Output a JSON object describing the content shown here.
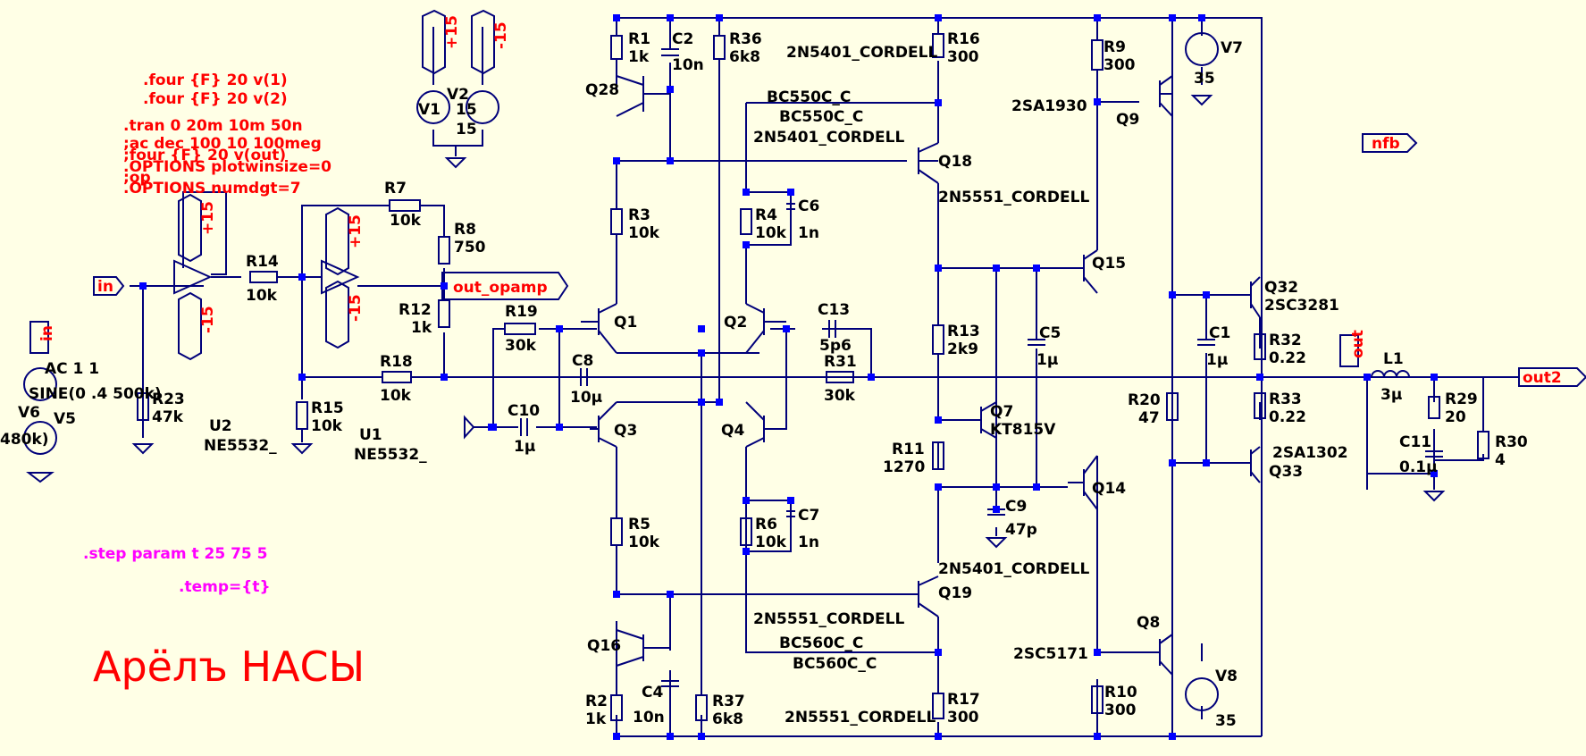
{
  "colors": {
    "background": "#FFFFE6",
    "wire": "#00007A",
    "junction": "#0000FF",
    "directive": "#FF0000",
    "step": "#FF00FF"
  },
  "directives": [
    ".four {F} 20 v(1)",
    ".four {F} 20 v(2)",
    ".tran 0 20m 10m 50n",
    ";ac dec 100 10 100meg",
    ";four {F} 20 v(out)",
    ".OPTIONS plotwinsize=0",
    ";op",
    ".OPTIONS numdgt=7"
  ],
  "step_directives": [
    ".step param t 25 75 5",
    ".temp={t}"
  ],
  "title_text": "Арёлъ НАСЫ",
  "net_labels": {
    "in_top": "in",
    "in_left": "in",
    "out_opamp": "out_opamp",
    "out": "out",
    "out2": "out2",
    "nfb": "nfb",
    "p15_a": "+15",
    "m15_a": "-15",
    "p15_b": "+15",
    "m15_b": "-15",
    "p15_c": "+15",
    "m15_c": "-15"
  },
  "sources": {
    "V1": {
      "name": "V1",
      "value": "15"
    },
    "V2": {
      "name": "V2",
      "value": "15"
    },
    "V5": {
      "name": "V5",
      "value": "SINE(0 .4 500k)",
      "ac": "AC 1 1"
    },
    "V6": {
      "name": "V6",
      "value": "480k)"
    },
    "V7": {
      "name": "V7",
      "value": "35"
    },
    "V8": {
      "name": "V8",
      "value": "35"
    }
  },
  "opamps": {
    "U1": {
      "name": "U1",
      "model": "NE5532_"
    },
    "U2": {
      "name": "U2",
      "model": "NE5532_"
    }
  },
  "resistors": {
    "R1": {
      "name": "R1",
      "value": "1k"
    },
    "R2": {
      "name": "R2",
      "value": "1k"
    },
    "R3": {
      "name": "R3",
      "value": "10k"
    },
    "R4": {
      "name": "R4",
      "value": "10k"
    },
    "R5": {
      "name": "R5",
      "value": "10k"
    },
    "R6": {
      "name": "R6",
      "value": "10k"
    },
    "R7": {
      "name": "R7",
      "value": "10k"
    },
    "R8": {
      "name": "R8",
      "value": "750"
    },
    "R9": {
      "name": "R9",
      "value": "300"
    },
    "R10": {
      "name": "R10",
      "value": "300"
    },
    "R11": {
      "name": "R11",
      "value": "1270"
    },
    "R12": {
      "name": "R12",
      "value": "1k"
    },
    "R13": {
      "name": "R13",
      "value": "2k9"
    },
    "R14": {
      "name": "R14",
      "value": "10k"
    },
    "R15": {
      "name": "R15",
      "value": "10k"
    },
    "R16": {
      "name": "R16",
      "value": "300"
    },
    "R17": {
      "name": "R17",
      "value": "300"
    },
    "R18": {
      "name": "R18",
      "value": "10k"
    },
    "R19": {
      "name": "R19",
      "value": "30k"
    },
    "R20": {
      "name": "R20",
      "value": "47"
    },
    "R23": {
      "name": "R23",
      "value": "47k"
    },
    "R29": {
      "name": "R29",
      "value": "20"
    },
    "R30": {
      "name": "R30",
      "value": "4"
    },
    "R31": {
      "name": "R31",
      "value": "30k"
    },
    "R32": {
      "name": "R32",
      "value": "0.22"
    },
    "R33": {
      "name": "R33",
      "value": "0.22"
    },
    "R36": {
      "name": "R36",
      "value": "6k8"
    },
    "R37": {
      "name": "R37",
      "value": "6k8"
    }
  },
  "capacitors": {
    "C1": {
      "name": "C1",
      "value": "1µ"
    },
    "C2": {
      "name": "C2",
      "value": "10n"
    },
    "C4": {
      "name": "C4",
      "value": "10n"
    },
    "C5": {
      "name": "C5",
      "value": "1µ"
    },
    "C6": {
      "name": "C6",
      "value": "1n"
    },
    "C7": {
      "name": "C7",
      "value": "1n"
    },
    "C8": {
      "name": "C8",
      "value": "10µ"
    },
    "C9": {
      "name": "C9",
      "value": "47p"
    },
    "C10": {
      "name": "C10",
      "value": "1µ"
    },
    "C11": {
      "name": "C11",
      "value": "0.1µ"
    },
    "C13": {
      "name": "C13",
      "value": "5p6"
    }
  },
  "inductors": {
    "L1": {
      "name": "L1",
      "value": "3µ"
    }
  },
  "transistors": {
    "Q1": "Q1",
    "Q2": "Q2",
    "Q3": "Q3",
    "Q4": "Q4",
    "Q7": "Q7",
    "Q8": "Q8",
    "Q9": "Q9",
    "Q14": "Q14",
    "Q15": "Q15",
    "Q16": "Q16",
    "Q18": "Q18",
    "Q19": "Q19",
    "Q28": "Q28",
    "Q32": "Q32",
    "Q33": "Q33"
  },
  "models": {
    "q18_model": "2N5401_CORDELL",
    "q18_model_extra": "2N5401_CORDELL",
    "bc550_a": "BC550C_C",
    "bc550_b": "BC550C_C",
    "q15_model": "2N5551_CORDELL",
    "q19_model": "2N5401_CORDELL",
    "q19_model2": "2N5551_CORDELL",
    "bc560_a": "BC560C_C",
    "bc560_b": "BC560C_C",
    "r17_model": "2N5551_CORDELL",
    "q7_model": "KT815V",
    "q9_model": "2SA1930",
    "q8_model": "2SC5171",
    "q32_model": "2SC3281",
    "q33_model": "2SA1302"
  }
}
